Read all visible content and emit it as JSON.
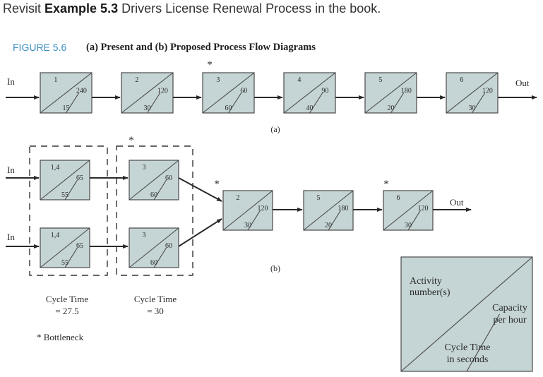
{
  "intro": {
    "prefix": "Revisit ",
    "bold": "Example 5.3",
    "suffix": " Drivers License Renewal Process in the book."
  },
  "figure": {
    "label": "FIGURE 5.6",
    "title": "(a) Present and (b) Proposed Process Flow Diagrams"
  },
  "present": {
    "caption": "(a)",
    "in_label": "In",
    "out_label": "Out",
    "bottleneck_mark": "*",
    "steps": [
      {
        "activity": "1",
        "capacity": "240",
        "cycle": "15"
      },
      {
        "activity": "2",
        "capacity": "120",
        "cycle": "30"
      },
      {
        "activity": "3",
        "capacity": "60",
        "cycle": "60",
        "bottleneck": true
      },
      {
        "activity": "4",
        "capacity": "90",
        "cycle": "40"
      },
      {
        "activity": "5",
        "capacity": "180",
        "cycle": "20"
      },
      {
        "activity": "6",
        "capacity": "120",
        "cycle": "30"
      }
    ]
  },
  "proposed": {
    "caption": "(b)",
    "in_label_1": "In",
    "in_label_2": "In",
    "out_label": "Out",
    "bottleneck_mark": "*",
    "parallel_a": [
      {
        "activity": "1,4",
        "capacity": "65",
        "cycle": "55"
      },
      {
        "activity": "1,4",
        "capacity": "65",
        "cycle": "55"
      }
    ],
    "parallel_b": [
      {
        "activity": "3",
        "capacity": "60",
        "cycle": "60"
      },
      {
        "activity": "3",
        "capacity": "60",
        "cycle": "60"
      }
    ],
    "chain": [
      {
        "activity": "2",
        "capacity": "120",
        "cycle": "30"
      },
      {
        "activity": "5",
        "capacity": "180",
        "cycle": "20"
      },
      {
        "activity": "6",
        "capacity": "120",
        "cycle": "30"
      }
    ],
    "cycle_time_a": {
      "line1": "Cycle Time",
      "line2": "= 27.5"
    },
    "cycle_time_b": {
      "line1": "Cycle Time",
      "line2": "= 30"
    }
  },
  "legend": {
    "bottleneck": "* Bottleneck",
    "activity_line1": "Activity",
    "activity_line2": "number(s)",
    "capacity_line1": "Capacity",
    "capacity_line2": "per hour",
    "cycle_line1": "Cycle Time",
    "cycle_line2": "in seconds"
  },
  "colors": {
    "box_fill": "#c5d4d4",
    "box_stroke": "#4a4a4a",
    "text": "#2a2a2a",
    "accent": "#3a8fc4"
  }
}
